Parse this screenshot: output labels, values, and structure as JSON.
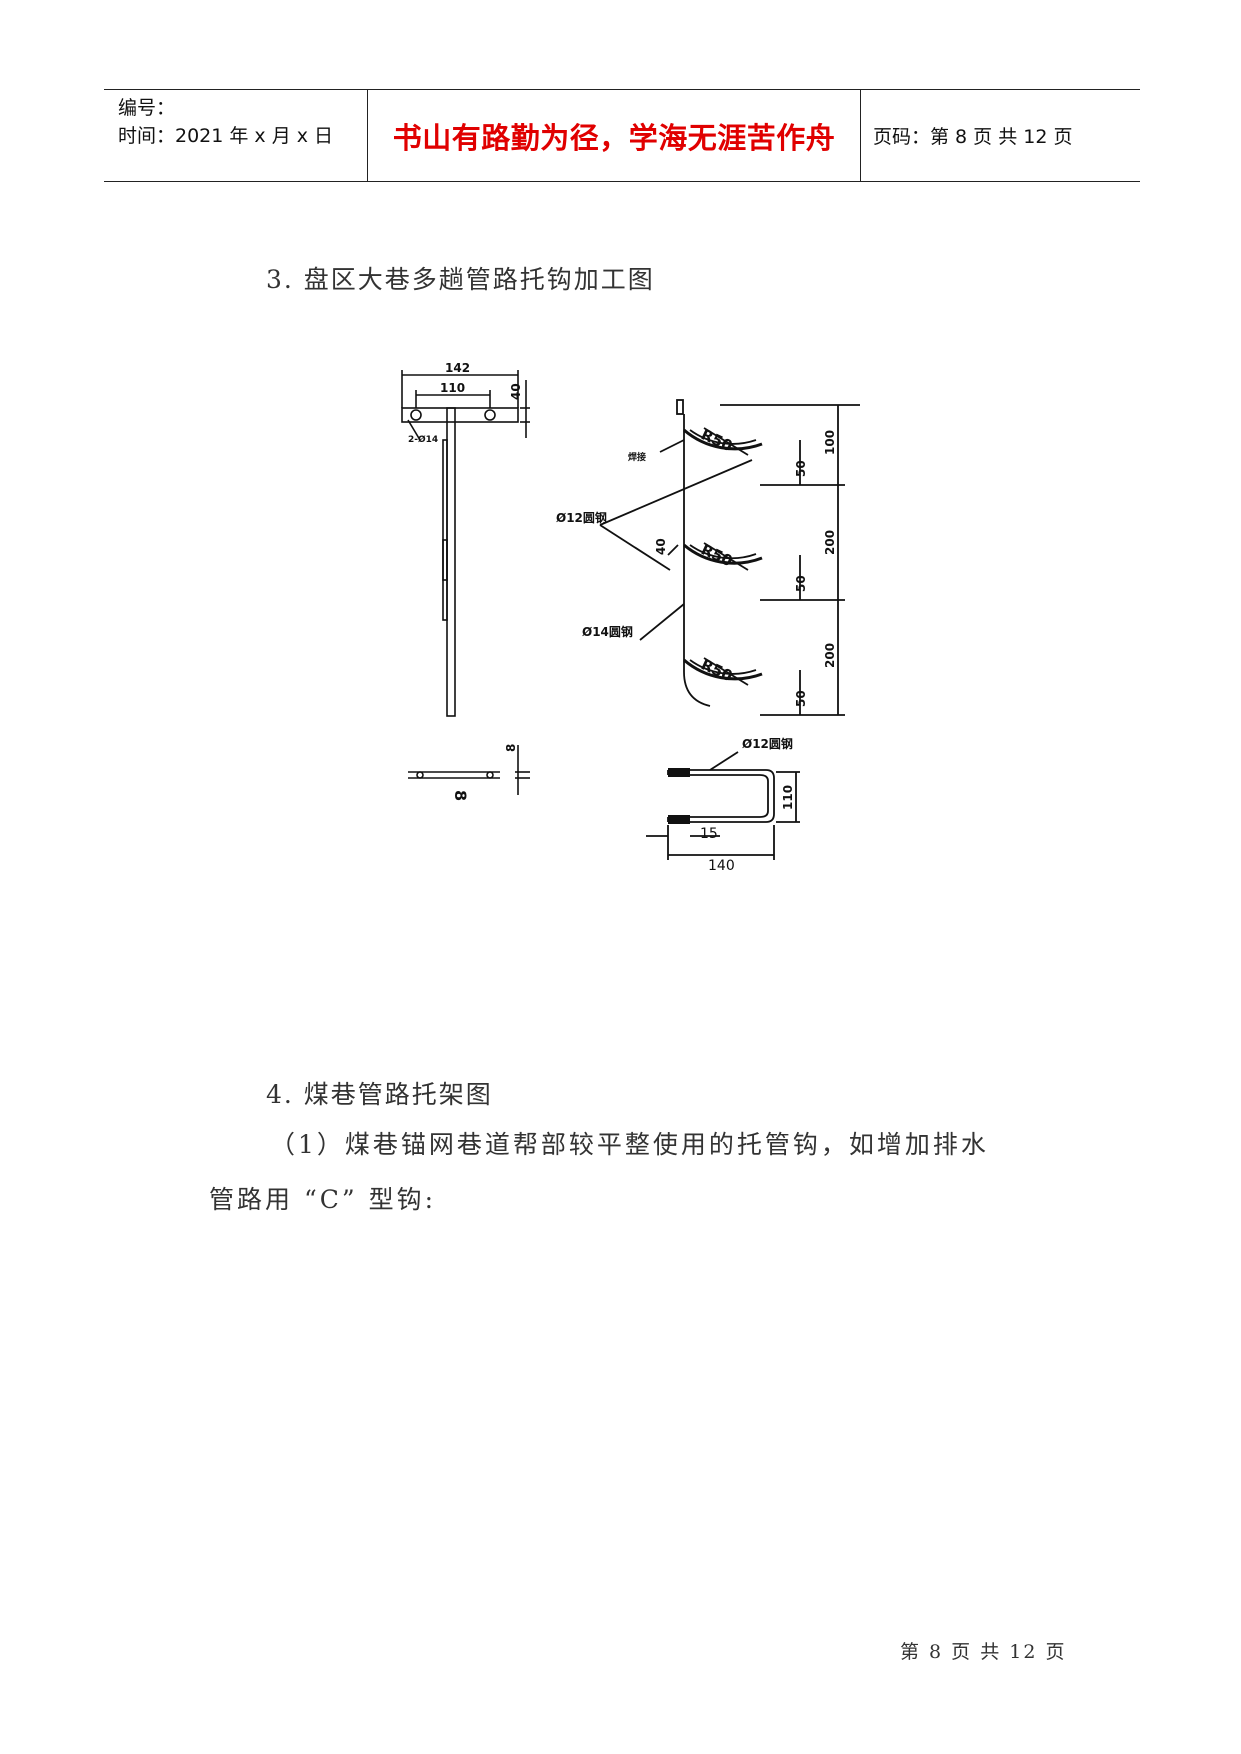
{
  "header": {
    "serial_label": "编号：",
    "time_label": "时间：2021 年 x 月 x 日",
    "motto": "书山有路勤为径，学海无涯苦作舟",
    "page_label": "页码：第 8 页  共 12 页"
  },
  "section3": {
    "heading": "3. 盘区大巷多趟管路托钩加工图"
  },
  "drawing": {
    "dim_142": "142",
    "dim_110": "110",
    "dim_40_top": "40",
    "hole_note": "2-Ø14",
    "dim_8_side": "8",
    "dim_8_plate": "8",
    "weld_label": "焊接",
    "r50_1": "R50",
    "r50_2": "R50",
    "r50_3": "R50",
    "dim_40_mid": "40",
    "phi12_label": "Ø12圆钢",
    "phi14_label": "Ø14圆钢",
    "dim_100": "100",
    "dim_200_a": "200",
    "dim_200_b": "200",
    "dim_50_a": "50",
    "dim_50_b": "50",
    "dim_50_c": "50",
    "u_phi12_label": "Ø12圆钢",
    "u_dim_110": "110",
    "u_dim_15": "15",
    "u_dim_140": "140"
  },
  "section4": {
    "heading": "4. 煤巷管路托架图",
    "para_line1": "（1）煤巷锚网巷道帮部较平整使用的托管钩，如增加排水",
    "para_line2": "管路用 “C” 型钩:"
  },
  "footer": {
    "page_text": "第 8 页 共 12 页"
  }
}
